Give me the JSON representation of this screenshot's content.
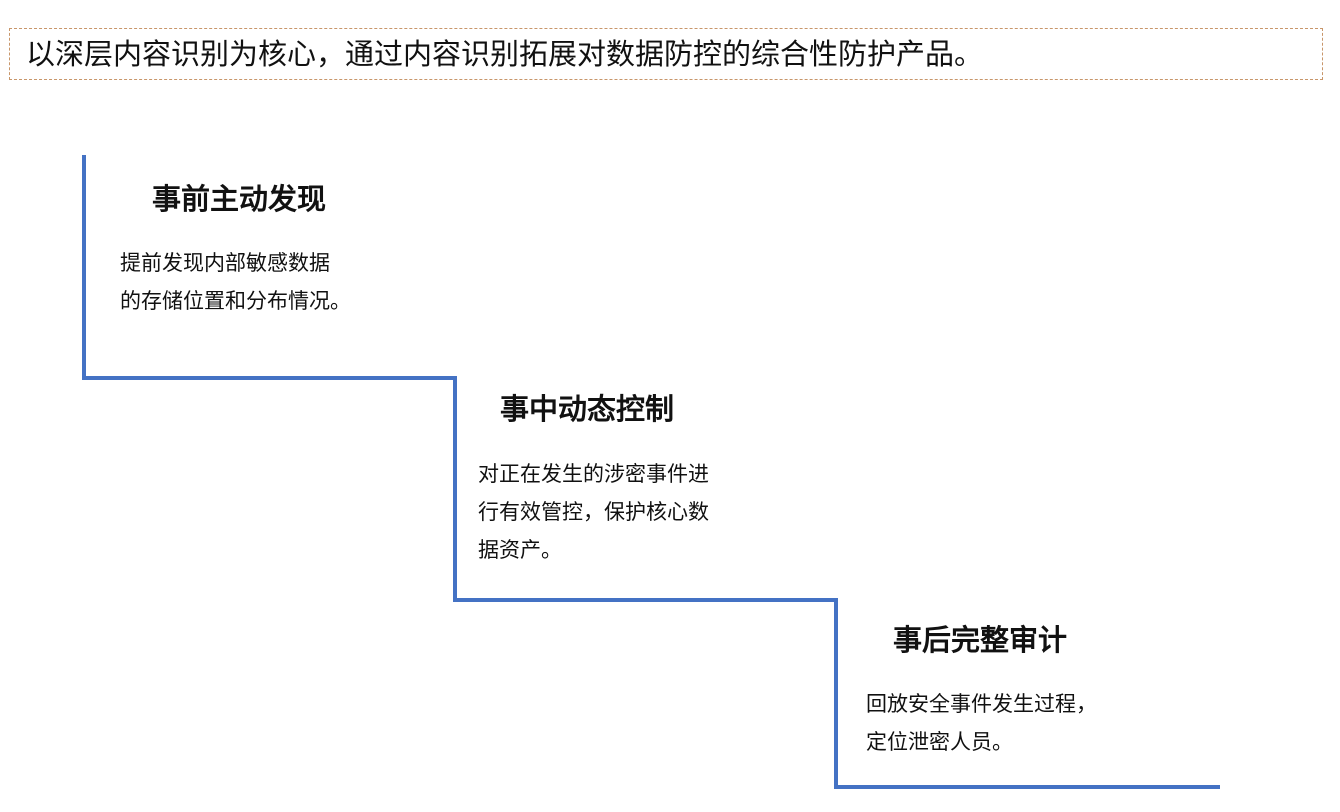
{
  "headline": "以深层内容识别为核心，通过内容识别拓展对数据防控的综合性防护产品。",
  "line_color": "#4472c4",
  "border_color": "#c8966a",
  "steps": [
    {
      "title": "事前主动发现",
      "lines": [
        "提前发现内部敏感数据",
        "的存储位置和分布情况。"
      ]
    },
    {
      "title": "事中动态控制",
      "lines": [
        "对正在发生的涉密事件进",
        "行有效管控，保护核心数",
        "据资产。"
      ]
    },
    {
      "title": "事后完整审计",
      "lines": [
        "回放安全事件发生过程，",
        "定位泄密人员。"
      ]
    }
  ]
}
